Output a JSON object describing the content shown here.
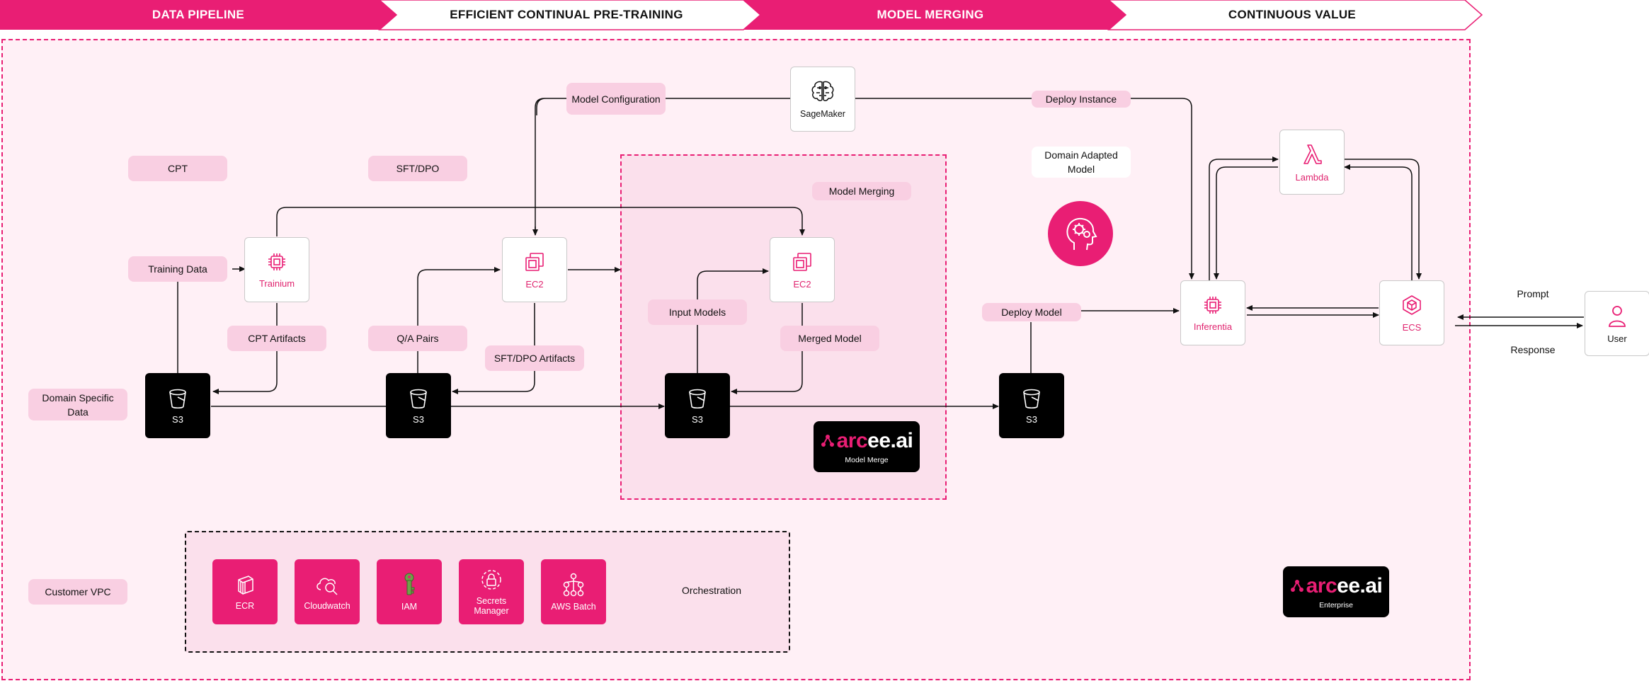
{
  "colors": {
    "accent": "#e91e74",
    "light_pink": "#f9cfe2",
    "bg_pink": "#fff0f6"
  },
  "banner": {
    "stage1": "DATA PIPELINE",
    "stage2": "EFFICIENT CONTINUAL PRE-TRAINING",
    "stage3": "MODEL MERGING",
    "stage4": "CONTINUOUS VALUE"
  },
  "labels": {
    "cpt": "CPT",
    "sft_dpo": "SFT/DPO",
    "model_configuration": "Model Configuration",
    "deploy_instance": "Deploy Instance",
    "domain_adapted_model": "Domain Adapted Model",
    "model_merging": "Model Merging",
    "training_data": "Training Data",
    "cpt_artifacts": "CPT Artifacts",
    "qa_pairs": "Q/A Pairs",
    "sft_dpo_artifacts": "SFT/DPO Artifacts",
    "input_models": "Input Models",
    "merged_model": "Merged Model",
    "deploy_model": "Deploy Model",
    "domain_specific_data": "Domain Specific Data",
    "customer_vpc": "Customer VPC",
    "orchestration": "Orchestration",
    "prompt": "Prompt",
    "response": "Response"
  },
  "nodes": {
    "trainium": "Trainium",
    "ec2_training": "EC2",
    "ec2_merge": "EC2",
    "sagemaker": "SageMaker",
    "lambda": "Lambda",
    "inferentia": "Inferentia",
    "ecs": "ECS",
    "user": "User",
    "s3_1": "S3",
    "s3_2": "S3",
    "s3_3": "S3",
    "s3_4": "S3"
  },
  "services": {
    "ecr": "ECR",
    "cloudwatch": "Cloudwatch",
    "iam": "IAM",
    "secrets_manager": "Secrets Manager",
    "aws_batch": "AWS Batch"
  },
  "logos": {
    "merge": {
      "word_a": "arc",
      "word_b": "ee.ai",
      "sub": "Model Merge"
    },
    "enterprise": {
      "word_a": "arc",
      "word_b": "ee.ai",
      "sub": "Enterprise"
    }
  },
  "icons": [
    "chip-icon",
    "ec2-icon",
    "brain-icon",
    "lambda-icon",
    "ecs-icon",
    "user-icon",
    "bucket-icon",
    "head-gears-icon",
    "container-icon",
    "cloud-search-icon",
    "key-icon",
    "lock-icon",
    "batch-icon"
  ]
}
